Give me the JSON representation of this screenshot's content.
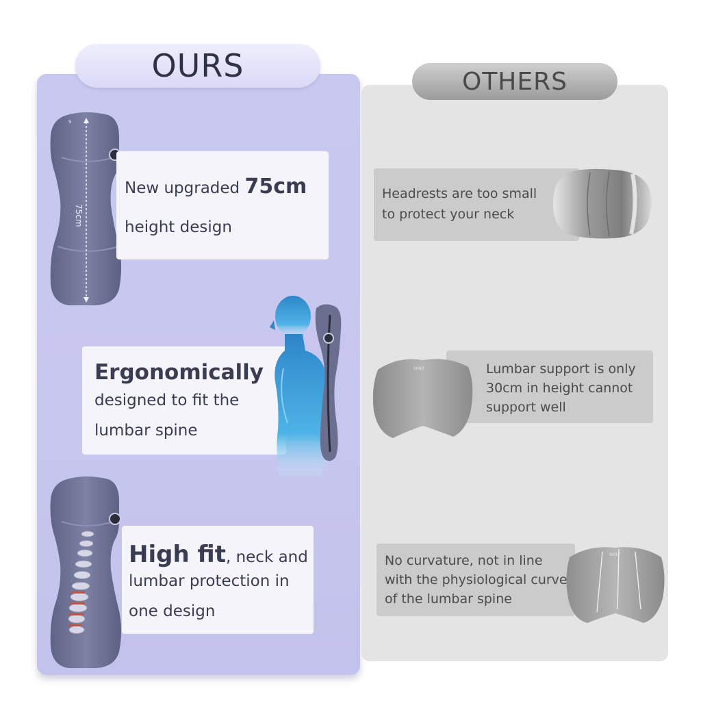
{
  "ours": {
    "title": "OURS",
    "card1": {
      "pre": "New upgraded ",
      "bold": "75cm",
      "line2": "height design"
    },
    "card2": {
      "bold": "Ergonomically",
      "line2": "designed to fit the",
      "line3": "lumbar spine"
    },
    "card3": {
      "bold": "High fit",
      "rest": ", neck and",
      "line2": "lumbar protection in",
      "line3": "one design"
    },
    "pillow_height_label": "75cm"
  },
  "others": {
    "title": "OTHERS",
    "card1": {
      "line1": "Headrests are too small",
      "line2": "to protect your neck"
    },
    "card2": {
      "line1": "Lumbar support is only",
      "line2": "30cm in height cannot",
      "line3": "support well"
    },
    "card3": {
      "line1": "No curvature, not in line",
      "line2": "with the physiological curve",
      "line3": "of the lumbar spine"
    }
  },
  "colors": {
    "ours_panel": "#c8c7ef",
    "ours_pill": "#e6e5fa",
    "others_panel": "#e4e4e4",
    "others_pill": "#b0b0b0",
    "pillow": "#6f7394",
    "body_blue": "#3fa6dc"
  },
  "icons": [
    "tall-pillow-icon",
    "human-body-icon",
    "spine-pillow-icon",
    "headrest-icon",
    "lumbar-pillow-icon",
    "flat-lumbar-icon"
  ]
}
